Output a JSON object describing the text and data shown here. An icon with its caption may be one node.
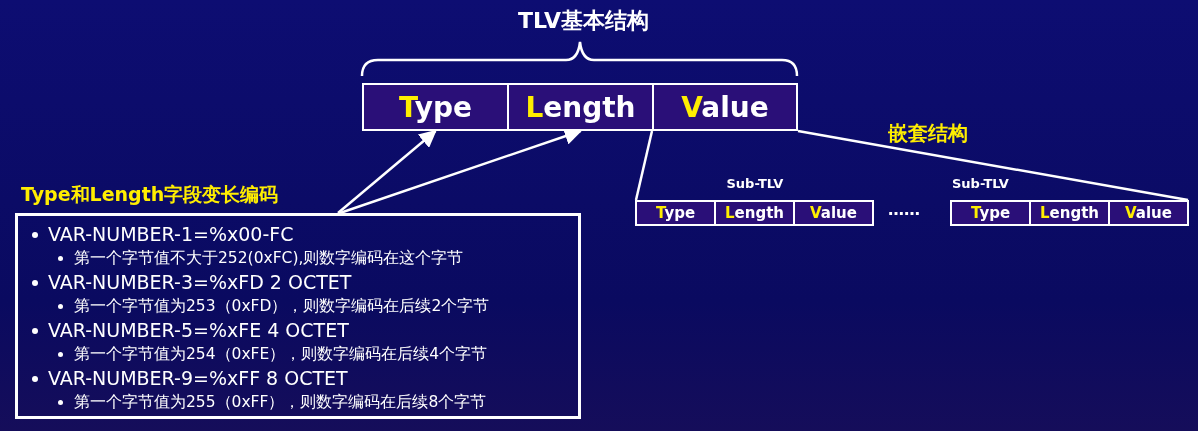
{
  "diagram": {
    "title": "TLV基本结构",
    "nodes": [
      {
        "text": [
          "Type"
        ]
      },
      {
        "text": [
          "Length"
        ]
      },
      {
        "text": [
          "Value"
        ]
      },
      {
        "text": [
          "Type和Length字段变长编码",
          "VAR-NUMBER-1=%x00-FC",
          "第一个字节值不大于252(0xFC),则数字编码在这个字节",
          "VAR-NUMBER-3=%xFD 2 OCTET",
          "第一个字节值为253（0xFD），则数字编码在后续2个字节",
          "VAR-NUMBER-5=%xFE 4 OCTET",
          "第一个字节值为254（0xFE），则数字编码在后续4个字节",
          "VAR-NUMBER-9=%xFF 8 OCTET",
          "第一个字节值为255（0xFF），则数字编码在后续8个字节"
        ]
      },
      {
        "text": [
          "Sub-TLV"
        ]
      },
      {
        "text": [
          "Type"
        ],
        "in": 4
      },
      {
        "text": [
          "Length"
        ],
        "in": 4
      },
      {
        "text": [
          "Value"
        ],
        "in": 4
      },
      {
        "text": [
          "Sub-TLV"
        ]
      },
      {
        "text": [
          "Type"
        ],
        "in": 8
      },
      {
        "text": [
          "Length"
        ],
        "in": 8
      },
      {
        "text": [
          "Value"
        ],
        "in": 8
      }
    ],
    "edges": [
      {
        "from": 3,
        "to": 0,
        "arrow": "to"
      },
      {
        "from": 3,
        "to": 1,
        "arrow": "to"
      },
      {
        "from": 2,
        "to": 4,
        "arrow": "none"
      },
      {
        "from": 2,
        "to": 8,
        "arrow": "none"
      }
    ],
    "labels": [
      "嵌套结构",
      "……"
    ]
  }
}
